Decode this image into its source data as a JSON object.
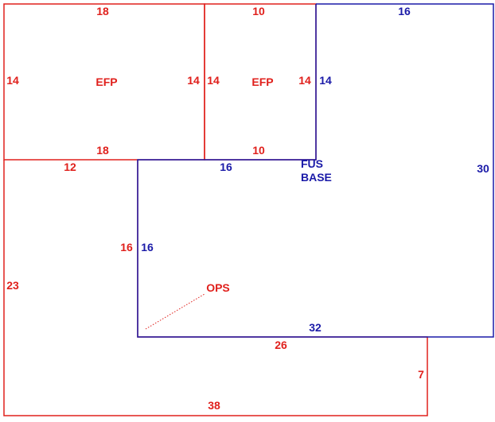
{
  "colors": {
    "red": "#e0201c",
    "blue": "#1a1aa8"
  },
  "areas": {
    "efp_left": {
      "name": "EFP",
      "top": "18",
      "bottom": "18",
      "left": "14",
      "right": "14"
    },
    "efp_right": {
      "name": "EFP",
      "top": "10",
      "bottom": "10",
      "left": "14",
      "right": "14"
    },
    "fus_base": {
      "name_line1": "FUS",
      "name_line2": "BASE",
      "top": "16",
      "left": "14",
      "right": "30",
      "inner_top": "16",
      "inner_left": "16",
      "bottom": "32"
    },
    "ops": {
      "name": "OPS",
      "top": "12",
      "left": "23",
      "inner_left": "16",
      "inner_bottom": "26",
      "right": "7",
      "bottom": "38"
    }
  }
}
